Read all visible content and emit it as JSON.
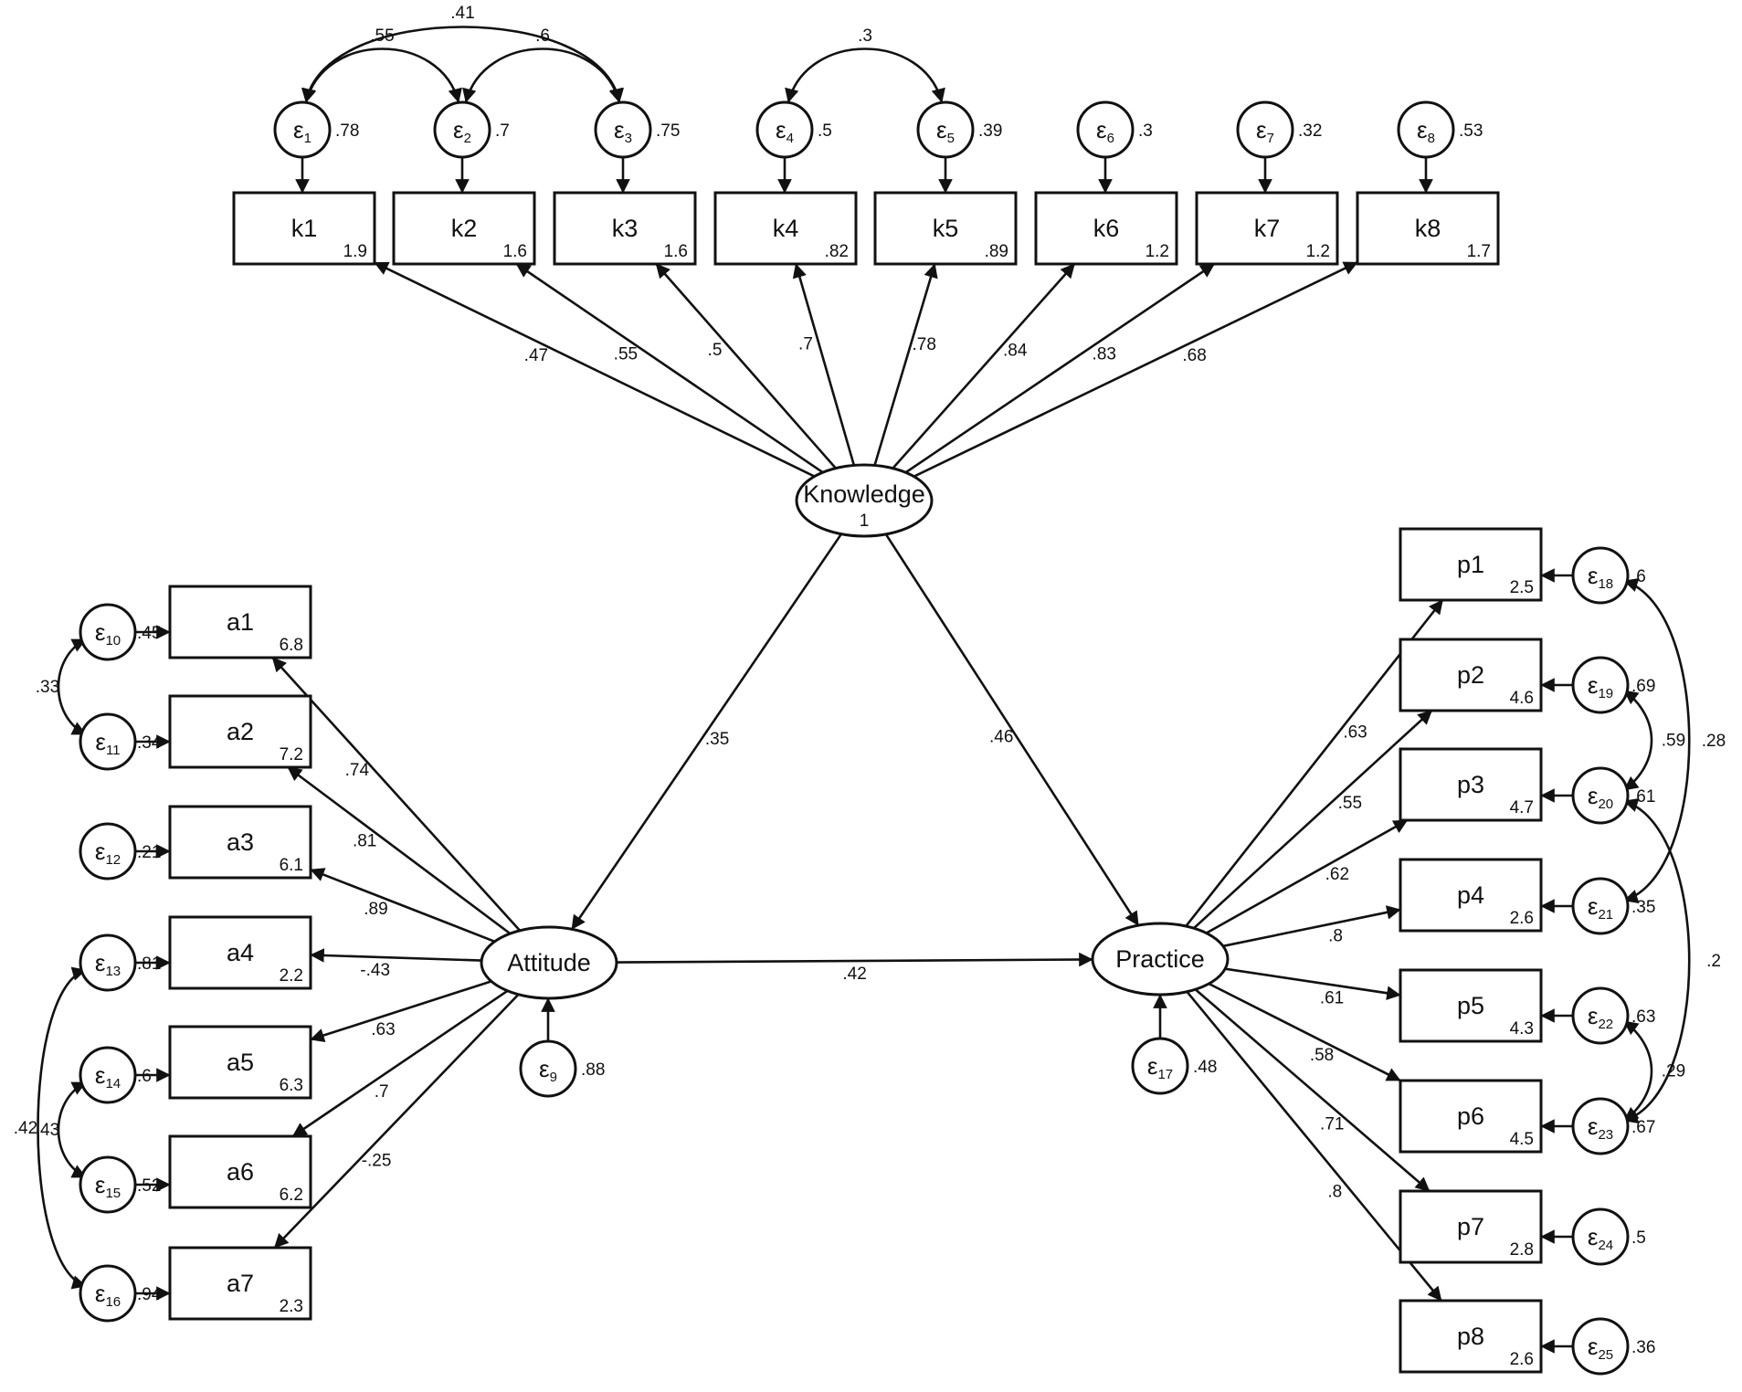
{
  "colors": {
    "stroke": "#111111",
    "background": "#ffffff"
  },
  "latents": [
    {
      "id": "knowledge",
      "label": "Knowledge",
      "variance": "1"
    },
    {
      "id": "attitude",
      "label": "Attitude",
      "variance": ""
    },
    {
      "id": "practice",
      "label": "Practice",
      "variance": ""
    }
  ],
  "observed": [
    {
      "id": "k1",
      "label": "k1",
      "intercept": "1.9"
    },
    {
      "id": "k2",
      "label": "k2",
      "intercept": "1.6"
    },
    {
      "id": "k3",
      "label": "k3",
      "intercept": "1.6"
    },
    {
      "id": "k4",
      "label": "k4",
      "intercept": ".82"
    },
    {
      "id": "k5",
      "label": "k5",
      "intercept": ".89"
    },
    {
      "id": "k6",
      "label": "k6",
      "intercept": "1.2"
    },
    {
      "id": "k7",
      "label": "k7",
      "intercept": "1.2"
    },
    {
      "id": "k8",
      "label": "k8",
      "intercept": "1.7"
    },
    {
      "id": "a1",
      "label": "a1",
      "intercept": "6.8"
    },
    {
      "id": "a2",
      "label": "a2",
      "intercept": "7.2"
    },
    {
      "id": "a3",
      "label": "a3",
      "intercept": "6.1"
    },
    {
      "id": "a4",
      "label": "a4",
      "intercept": "2.2"
    },
    {
      "id": "a5",
      "label": "a5",
      "intercept": "6.3"
    },
    {
      "id": "a6",
      "label": "a6",
      "intercept": "6.2"
    },
    {
      "id": "a7",
      "label": "a7",
      "intercept": "2.3"
    },
    {
      "id": "p1",
      "label": "p1",
      "intercept": "2.5"
    },
    {
      "id": "p2",
      "label": "p2",
      "intercept": "4.6"
    },
    {
      "id": "p3",
      "label": "p3",
      "intercept": "4.7"
    },
    {
      "id": "p4",
      "label": "p4",
      "intercept": "2.6"
    },
    {
      "id": "p5",
      "label": "p5",
      "intercept": "4.3"
    },
    {
      "id": "p6",
      "label": "p6",
      "intercept": "4.5"
    },
    {
      "id": "p7",
      "label": "p7",
      "intercept": "2.8"
    },
    {
      "id": "p8",
      "label": "p8",
      "intercept": "2.6"
    }
  ],
  "errors": [
    {
      "id": "e1",
      "symbol": "ε",
      "index": "1",
      "variance": ".78",
      "target": "k1"
    },
    {
      "id": "e2",
      "symbol": "ε",
      "index": "2",
      "variance": ".7",
      "target": "k2"
    },
    {
      "id": "e3",
      "symbol": "ε",
      "index": "3",
      "variance": ".75",
      "target": "k3"
    },
    {
      "id": "e4",
      "symbol": "ε",
      "index": "4",
      "variance": ".5",
      "target": "k4"
    },
    {
      "id": "e5",
      "symbol": "ε",
      "index": "5",
      "variance": ".39",
      "target": "k5"
    },
    {
      "id": "e6",
      "symbol": "ε",
      "index": "6",
      "variance": ".3",
      "target": "k6"
    },
    {
      "id": "e7",
      "symbol": "ε",
      "index": "7",
      "variance": ".32",
      "target": "k7"
    },
    {
      "id": "e8",
      "symbol": "ε",
      "index": "8",
      "variance": ".53",
      "target": "k8"
    },
    {
      "id": "e9",
      "symbol": "ε",
      "index": "9",
      "variance": ".88",
      "target": "attitude"
    },
    {
      "id": "e10",
      "symbol": "ε",
      "index": "10",
      "variance": ".45",
      "target": "a1"
    },
    {
      "id": "e11",
      "symbol": "ε",
      "index": "11",
      "variance": ".34",
      "target": "a2"
    },
    {
      "id": "e12",
      "symbol": "ε",
      "index": "12",
      "variance": ".21",
      "target": "a3"
    },
    {
      "id": "e13",
      "symbol": "ε",
      "index": "13",
      "variance": ".81",
      "target": "a4"
    },
    {
      "id": "e14",
      "symbol": "ε",
      "index": "14",
      "variance": ".6",
      "target": "a5"
    },
    {
      "id": "e15",
      "symbol": "ε",
      "index": "15",
      "variance": ".52",
      "target": "a6"
    },
    {
      "id": "e16",
      "symbol": "ε",
      "index": "16",
      "variance": ".94",
      "target": "a7"
    },
    {
      "id": "e17",
      "symbol": "ε",
      "index": "17",
      "variance": ".48",
      "target": "practice"
    },
    {
      "id": "e18",
      "symbol": "ε",
      "index": "18",
      "variance": ".6",
      "target": "p1"
    },
    {
      "id": "e19",
      "symbol": "ε",
      "index": "19",
      "variance": ".69",
      "target": "p2"
    },
    {
      "id": "e20",
      "symbol": "ε",
      "index": "20",
      "variance": ".61",
      "target": "p3"
    },
    {
      "id": "e21",
      "symbol": "ε",
      "index": "21",
      "variance": ".35",
      "target": "p4"
    },
    {
      "id": "e22",
      "symbol": "ε",
      "index": "22",
      "variance": ".63",
      "target": "p5"
    },
    {
      "id": "e23",
      "symbol": "ε",
      "index": "23",
      "variance": ".67",
      "target": "p6"
    },
    {
      "id": "e24",
      "symbol": "ε",
      "index": "24",
      "variance": ".5",
      "target": "p7"
    },
    {
      "id": "e25",
      "symbol": "ε",
      "index": "25",
      "variance": ".36",
      "target": "p8"
    }
  ],
  "loadings": [
    {
      "from": "knowledge",
      "to": "k1",
      "value": ".47"
    },
    {
      "from": "knowledge",
      "to": "k2",
      "value": ".55"
    },
    {
      "from": "knowledge",
      "to": "k3",
      "value": ".5"
    },
    {
      "from": "knowledge",
      "to": "k4",
      "value": ".7"
    },
    {
      "from": "knowledge",
      "to": "k5",
      "value": ".78"
    },
    {
      "from": "knowledge",
      "to": "k6",
      "value": ".84"
    },
    {
      "from": "knowledge",
      "to": "k7",
      "value": ".83"
    },
    {
      "from": "knowledge",
      "to": "k8",
      "value": ".68"
    },
    {
      "from": "attitude",
      "to": "a1",
      "value": ".74"
    },
    {
      "from": "attitude",
      "to": "a2",
      "value": ".81"
    },
    {
      "from": "attitude",
      "to": "a3",
      "value": ".89"
    },
    {
      "from": "attitude",
      "to": "a4",
      "value": "-.43"
    },
    {
      "from": "attitude",
      "to": "a5",
      "value": ".63"
    },
    {
      "from": "attitude",
      "to": "a6",
      "value": ".7"
    },
    {
      "from": "attitude",
      "to": "a7",
      "value": "-.25"
    },
    {
      "from": "practice",
      "to": "p1",
      "value": ".63"
    },
    {
      "from": "practice",
      "to": "p2",
      "value": ".55"
    },
    {
      "from": "practice",
      "to": "p3",
      "value": ".62"
    },
    {
      "from": "practice",
      "to": "p4",
      "value": ".8"
    },
    {
      "from": "practice",
      "to": "p5",
      "value": ".61"
    },
    {
      "from": "practice",
      "to": "p6",
      "value": ".58"
    },
    {
      "from": "practice",
      "to": "p7",
      "value": ".71"
    },
    {
      "from": "practice",
      "to": "p8",
      "value": ".8"
    }
  ],
  "structural_paths": [
    {
      "from": "knowledge",
      "to": "attitude",
      "value": ".35"
    },
    {
      "from": "knowledge",
      "to": "practice",
      "value": ".46"
    },
    {
      "from": "attitude",
      "to": "practice",
      "value": ".42"
    }
  ],
  "covariances": [
    {
      "between": [
        "e1",
        "e2"
      ],
      "value": ".55"
    },
    {
      "between": [
        "e1",
        "e3"
      ],
      "value": ".41"
    },
    {
      "between": [
        "e2",
        "e3"
      ],
      "value": ".6"
    },
    {
      "between": [
        "e4",
        "e5"
      ],
      "value": ".3"
    },
    {
      "between": [
        "e10",
        "e11"
      ],
      "value": ".33"
    },
    {
      "between": [
        "e13",
        "e16"
      ],
      "value": ".42"
    },
    {
      "between": [
        "e14",
        "e15"
      ],
      "value": ".43"
    },
    {
      "between": [
        "e18",
        "e21"
      ],
      "value": ".28"
    },
    {
      "between": [
        "e19",
        "e20"
      ],
      "value": ".59"
    },
    {
      "between": [
        "e20",
        "e23"
      ],
      "value": ".2"
    },
    {
      "between": [
        "e22",
        "e23"
      ],
      "value": ".29"
    }
  ]
}
